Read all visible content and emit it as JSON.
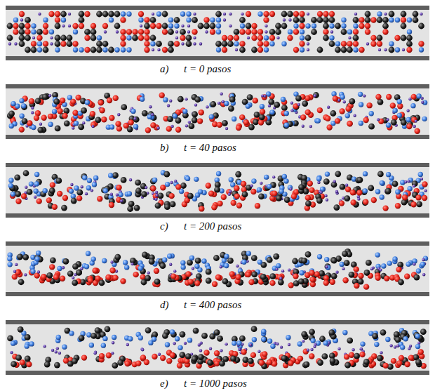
{
  "diagram": {
    "labels": [
      "a)",
      "t = 0 pasos",
      "b)",
      "t = 40 pasos",
      "c)",
      "t = 200 pasos",
      "d)",
      "t = 400 pasos",
      "e)",
      "t = 1000 pasos"
    ]
  }
}
